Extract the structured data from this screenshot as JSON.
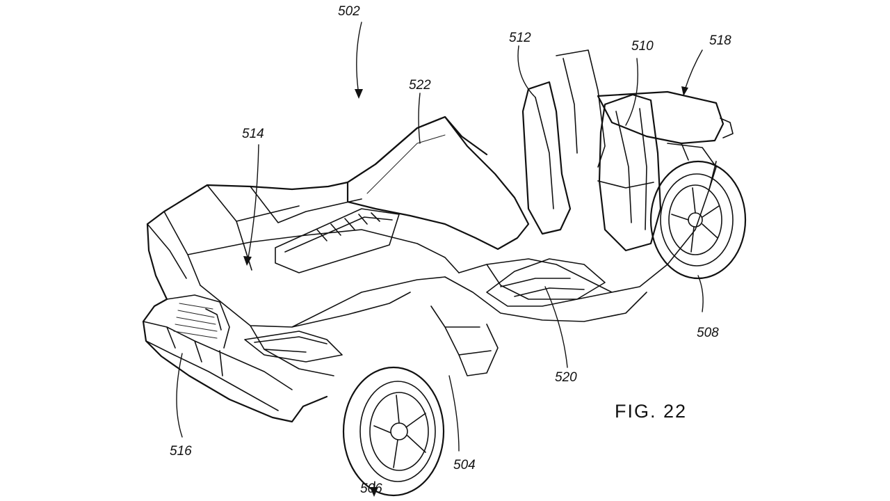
{
  "figure": {
    "caption": "FIG. 22",
    "reference_numerals": {
      "vehicle": "502",
      "front_wheel_left": "504",
      "front_wheel_right": "506",
      "rear_wheel": "508",
      "seat_right": "510",
      "seat_left": "512",
      "hood": "514",
      "front_fascia": "516",
      "rear_trunk": "518",
      "floor": "520",
      "windshield": "522"
    }
  }
}
